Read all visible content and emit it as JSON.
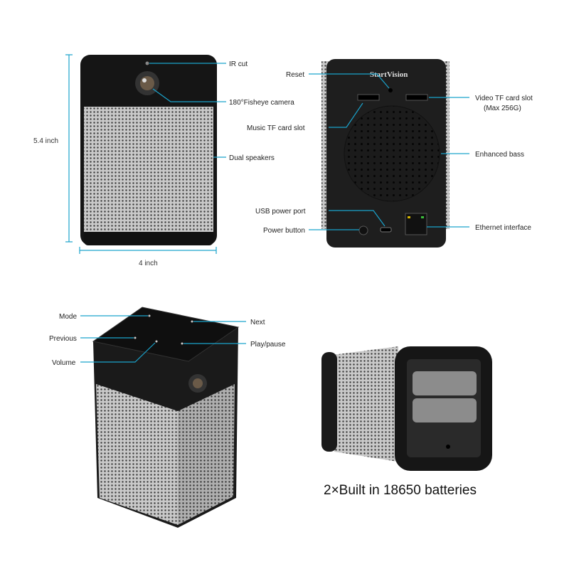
{
  "colors": {
    "leader": "#1aa3cc",
    "body": "#1c1c1c",
    "mesh": "#bdbdbd"
  },
  "front_view": {
    "height_label": "5.4 inch",
    "width_label": "4 inch",
    "labels": {
      "ir_cut": "IR cut",
      "camera": "180°Fisheye camera",
      "speakers": "Dual speakers"
    }
  },
  "back_view": {
    "brand": "StartVision",
    "labels": {
      "reset": "Reset",
      "music_tf": "Music TF card slot",
      "usb": "USB power port",
      "power": "Power button",
      "video_tf": "Video TF card slot",
      "video_tf_note": "(Max 256G)",
      "bass": "Enhanced bass",
      "ethernet": "Ethernet interface"
    }
  },
  "top_view": {
    "labels": {
      "mode": "Mode",
      "previous": "Previous",
      "volume": "Volume",
      "next": "Next",
      "play_pause": "Play/pause"
    }
  },
  "battery_view": {
    "caption": "2×Built in 18650 batteries"
  }
}
